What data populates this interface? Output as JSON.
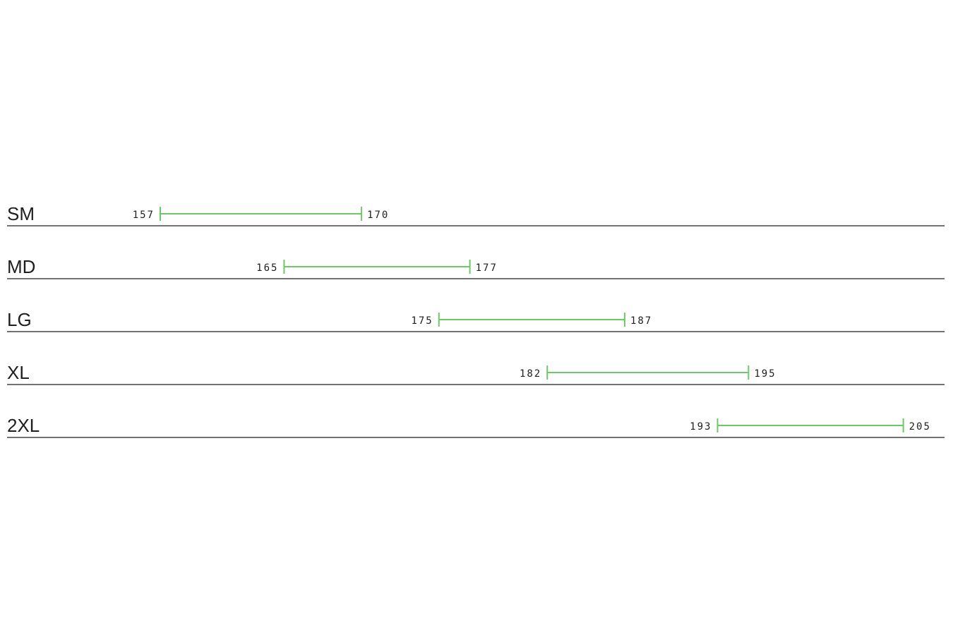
{
  "colors": {
    "range": "#6cc965",
    "rule": "#1e1e1e",
    "text": "#1e1e1e",
    "background": "#ffffff"
  },
  "chart_data": {
    "type": "range",
    "title": "",
    "xlabel": "",
    "ylabel": "",
    "xlim": [
      130,
      206
    ],
    "grid": false,
    "legend": "none",
    "categories": [
      "SM",
      "MD",
      "LG",
      "XL",
      "2XL"
    ],
    "ranges": [
      {
        "label": "SM",
        "min": 157,
        "max": 170
      },
      {
        "label": "MD",
        "min": 165,
        "max": 177
      },
      {
        "label": "LG",
        "min": 175,
        "max": 187
      },
      {
        "label": "XL",
        "min": 182,
        "max": 195
      },
      {
        "label": "2XL",
        "min": 193,
        "max": 205
      }
    ]
  }
}
